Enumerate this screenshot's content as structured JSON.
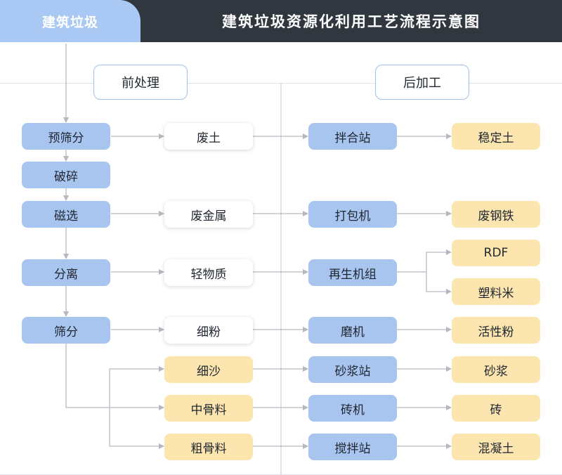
{
  "header": {
    "tab_label": "建筑垃圾",
    "title": "建筑垃圾资源化利用工艺流程示意图"
  },
  "sections": {
    "pre": "前处理",
    "post": "后加工"
  },
  "process": [
    {
      "key": "prescreen",
      "label": "预筛分"
    },
    {
      "key": "crush",
      "label": "破碎"
    },
    {
      "key": "magnetic",
      "label": "磁选"
    },
    {
      "key": "separate",
      "label": "分离"
    },
    {
      "key": "screen",
      "label": "筛分"
    }
  ],
  "intermediates": [
    {
      "key": "waste_soil",
      "label": "废土",
      "kind": "white"
    },
    {
      "key": "waste_metal",
      "label": "废金属",
      "kind": "white"
    },
    {
      "key": "light_matter",
      "label": "轻物质",
      "kind": "white"
    },
    {
      "key": "fine_powder",
      "label": "细粉",
      "kind": "white"
    },
    {
      "key": "fine_sand",
      "label": "细沙",
      "kind": "yellow"
    },
    {
      "key": "medium_aggregate",
      "label": "中骨料",
      "kind": "yellow"
    },
    {
      "key": "coarse_aggregate",
      "label": "粗骨料",
      "kind": "yellow"
    }
  ],
  "equipment": [
    {
      "key": "mixing_station",
      "label": "拌合站"
    },
    {
      "key": "baler",
      "label": "打包机"
    },
    {
      "key": "recycling_unit",
      "label": "再生机组"
    },
    {
      "key": "mill",
      "label": "磨机"
    },
    {
      "key": "mortar_station",
      "label": "砂浆站"
    },
    {
      "key": "brick_machine",
      "label": "砖机"
    },
    {
      "key": "stirring_station",
      "label": "搅拌站"
    }
  ],
  "products": [
    {
      "key": "stabilized_soil",
      "label": "稳定土"
    },
    {
      "key": "scrap_steel",
      "label": "废钢铁"
    },
    {
      "key": "rdf",
      "label": "RDF"
    },
    {
      "key": "plastic_pellets",
      "label": "塑料米"
    },
    {
      "key": "active_powder",
      "label": "活性粉"
    },
    {
      "key": "mortar",
      "label": "砂浆"
    },
    {
      "key": "brick",
      "label": "砖"
    },
    {
      "key": "concrete",
      "label": "混凝土"
    }
  ],
  "colors": {
    "header_dark": "#30373f",
    "header_tab": "#a9c8f3",
    "process_node": "#a8c5f0",
    "product_node": "#fce5ae",
    "connector": "#b5b9bf"
  }
}
